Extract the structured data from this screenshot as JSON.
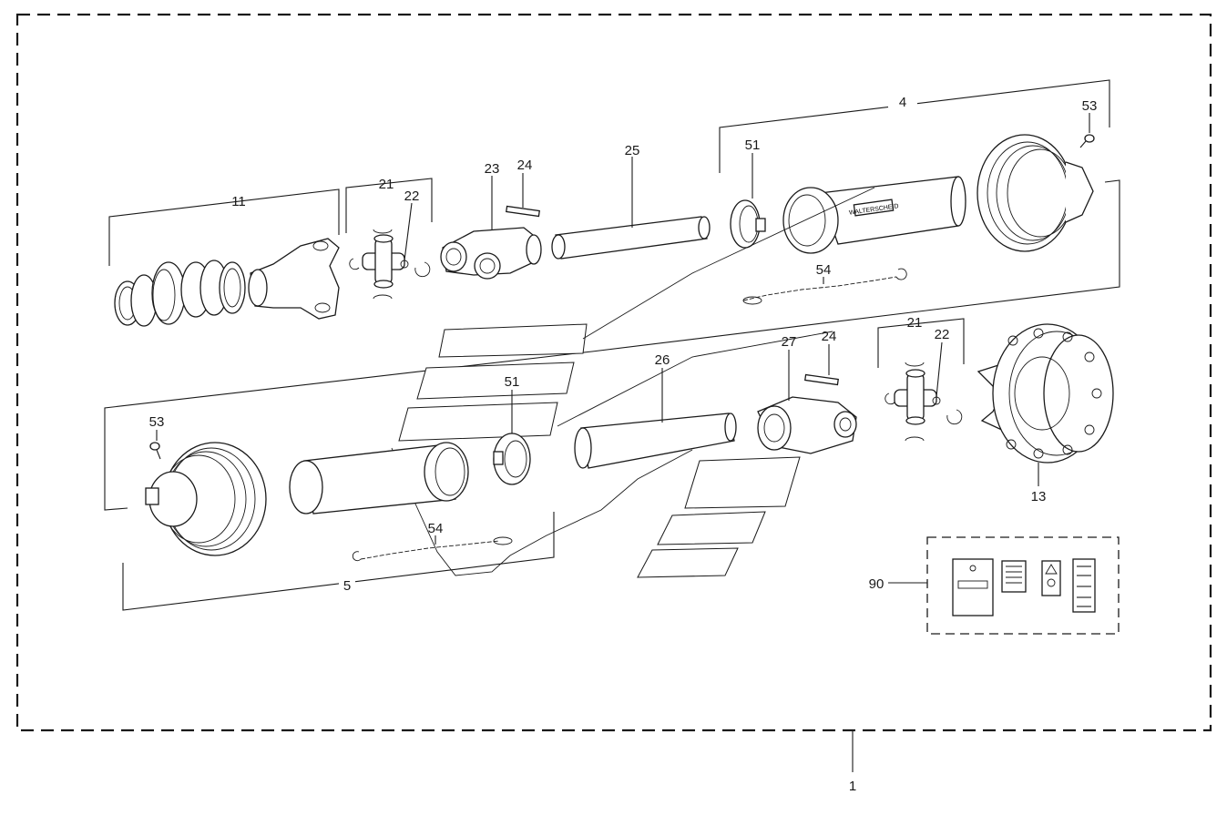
{
  "diagram": {
    "callouts": {
      "assembly": "1",
      "inner_tube_assembly": "4",
      "outer_tube_assembly": "5",
      "yoke_top": "11",
      "clutch": "13",
      "cross_kit_top": "21",
      "circlip_top": "22",
      "inner_yoke": "23",
      "pin_top": "24",
      "inner_profile_tube": "25",
      "outer_profile_tube": "26",
      "outer_yoke": "27",
      "cross_kit_bottom": "21",
      "circlip_bottom": "22",
      "pin_bottom": "24",
      "bearing_ring_top": "51",
      "bearing_ring_bottom": "51",
      "screw_top": "53",
      "screw_bottom": "53",
      "chain_top": "54",
      "chain_bottom": "54",
      "decal_kit": "90"
    },
    "brand_text": "WALTERSCHEID"
  }
}
